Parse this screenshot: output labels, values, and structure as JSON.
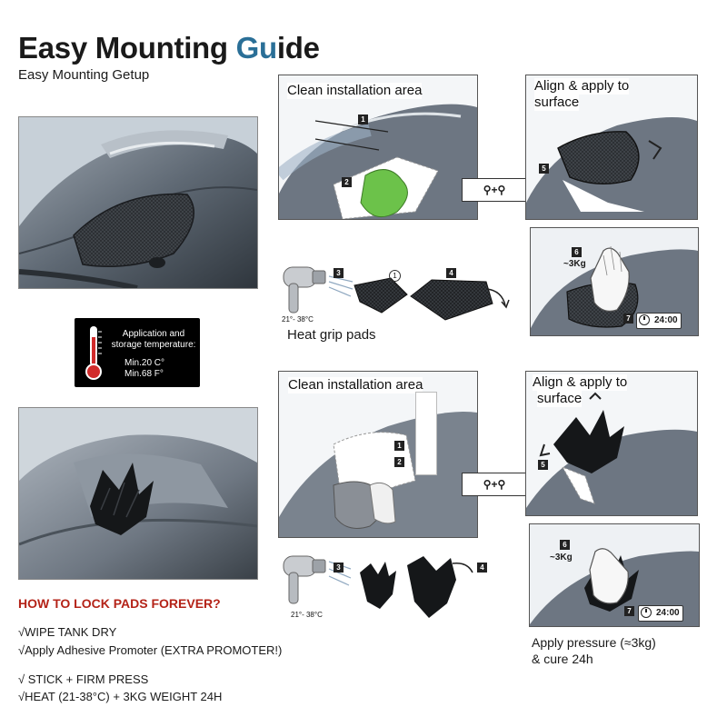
{
  "header": {
    "title_main": "Easy Mounting ",
    "title_accent": "Gu",
    "title_tail": "ide",
    "subtitle": "Easy Mounting Getup"
  },
  "colors": {
    "accent_blue": "#2a6f97",
    "heading_red": "#b42318",
    "thermometer_red": "#d12b2b",
    "cloth_green": "#6cc24a",
    "tank_gray": "#6d7682"
  },
  "top_section": {
    "clean_caption": "Clean installation area",
    "align_caption_line1": "Align & apply to",
    "align_caption_line2": "surface",
    "heat_caption": "Heat grip pads",
    "temp_range": "21°- 38°C",
    "step_circle": "1",
    "badges": [
      "1",
      "2",
      "3",
      "4",
      "5",
      "6",
      "7"
    ],
    "press_weight": "~3Kg",
    "timer": "24:00",
    "connector_label": "+"
  },
  "temperature_box": {
    "line1": "Application and",
    "line2": "storage temperature:",
    "min_c": "Min.20 C°",
    "min_f": "Min.68 F°",
    "icon": "thermometer-icon"
  },
  "bottom_section": {
    "clean_caption": "Clean installation area",
    "align_caption_line1": "Align & apply to",
    "align_caption_line2": "surface",
    "temp_range": "21°- 38°C",
    "badges": [
      "1",
      "2",
      "3",
      "4",
      "5",
      "6",
      "7"
    ],
    "press_weight": "~3Kg",
    "timer": "24:00",
    "connector_label": "+",
    "note_line1": "Apply pressure (≈3kg)",
    "note_line2": "& cure 24h"
  },
  "instructions": {
    "heading": "HOW TO LOCK PADS FOREVER?",
    "steps": [
      "√WIPE TANK DRY",
      "√Apply Adhesive Promoter (EXTRA PROMOTER!)",
      "√ STICK + FIRM PRESS",
      "√HEAT (21-38°C) + 3KG WEIGHT 24H"
    ]
  }
}
